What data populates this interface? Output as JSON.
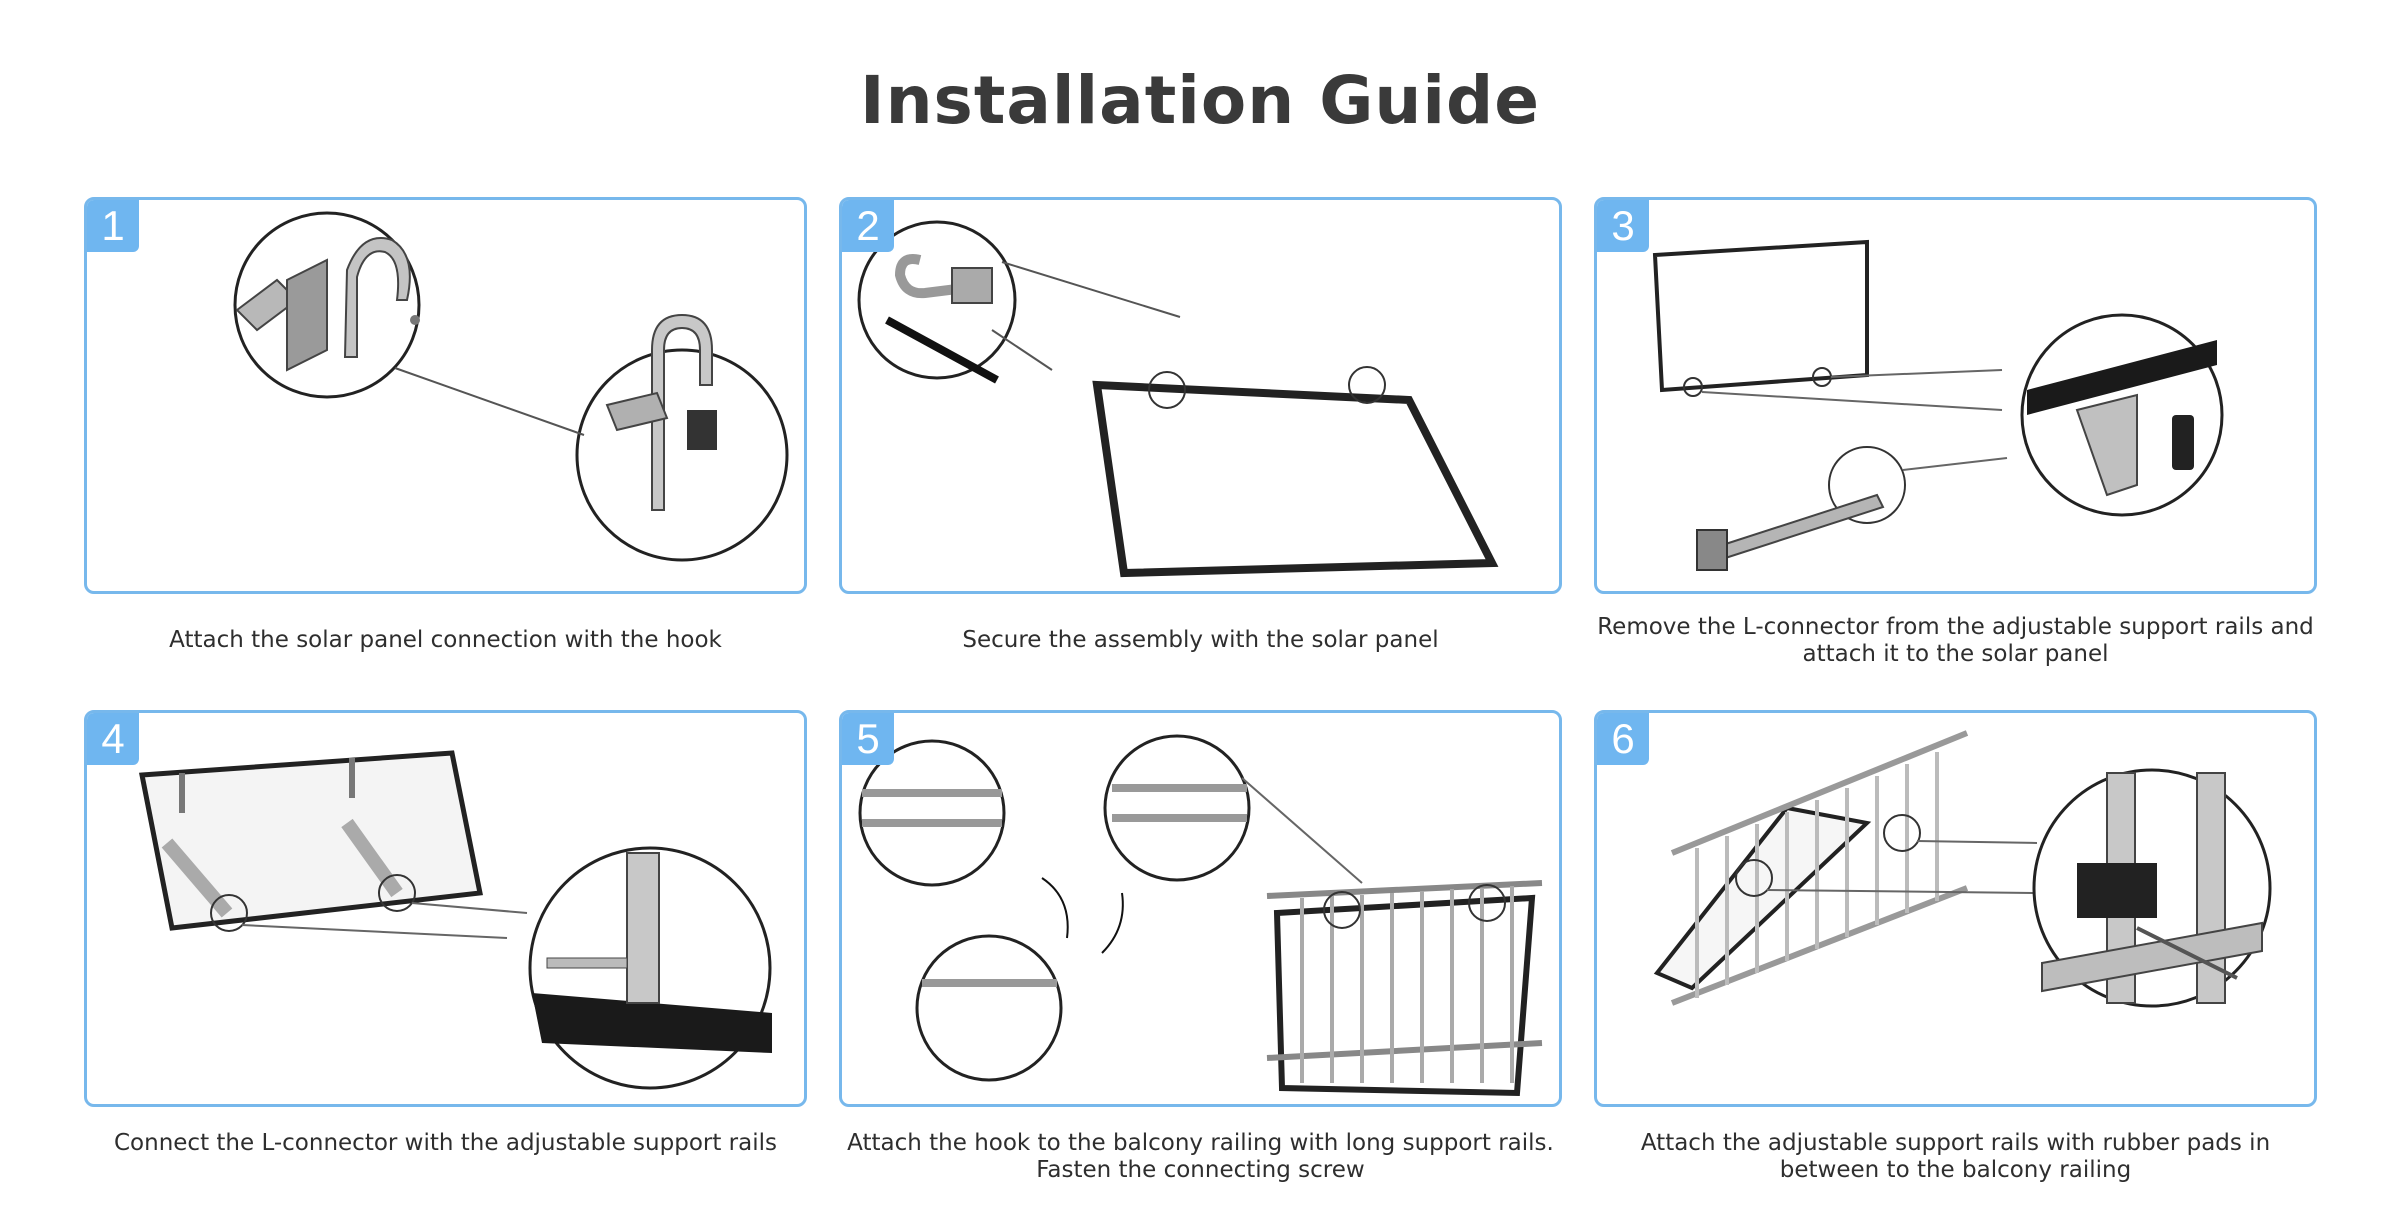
{
  "page": {
    "title": "Installation Guide"
  },
  "steps": [
    {
      "number": "1",
      "caption": "Attach the solar panel connection with the hook"
    },
    {
      "number": "2",
      "caption": "Secure the assembly with the solar panel"
    },
    {
      "number": "3",
      "caption": "Remove the L-connector from the adjustable support rails and attach it to the solar panel"
    },
    {
      "number": "4",
      "caption": "Connect the L-connector with the adjustable support rails"
    },
    {
      "number": "5",
      "caption": "Attach the hook to the balcony railing with long support rails. Fasten the connecting screw"
    },
    {
      "number": "6",
      "caption": "Attach the adjustable support rails with rubber pads in between to the balcony railing"
    }
  ],
  "colors": {
    "accent": "#6fb6f0",
    "border": "#77b8ec",
    "text": "#333333"
  }
}
